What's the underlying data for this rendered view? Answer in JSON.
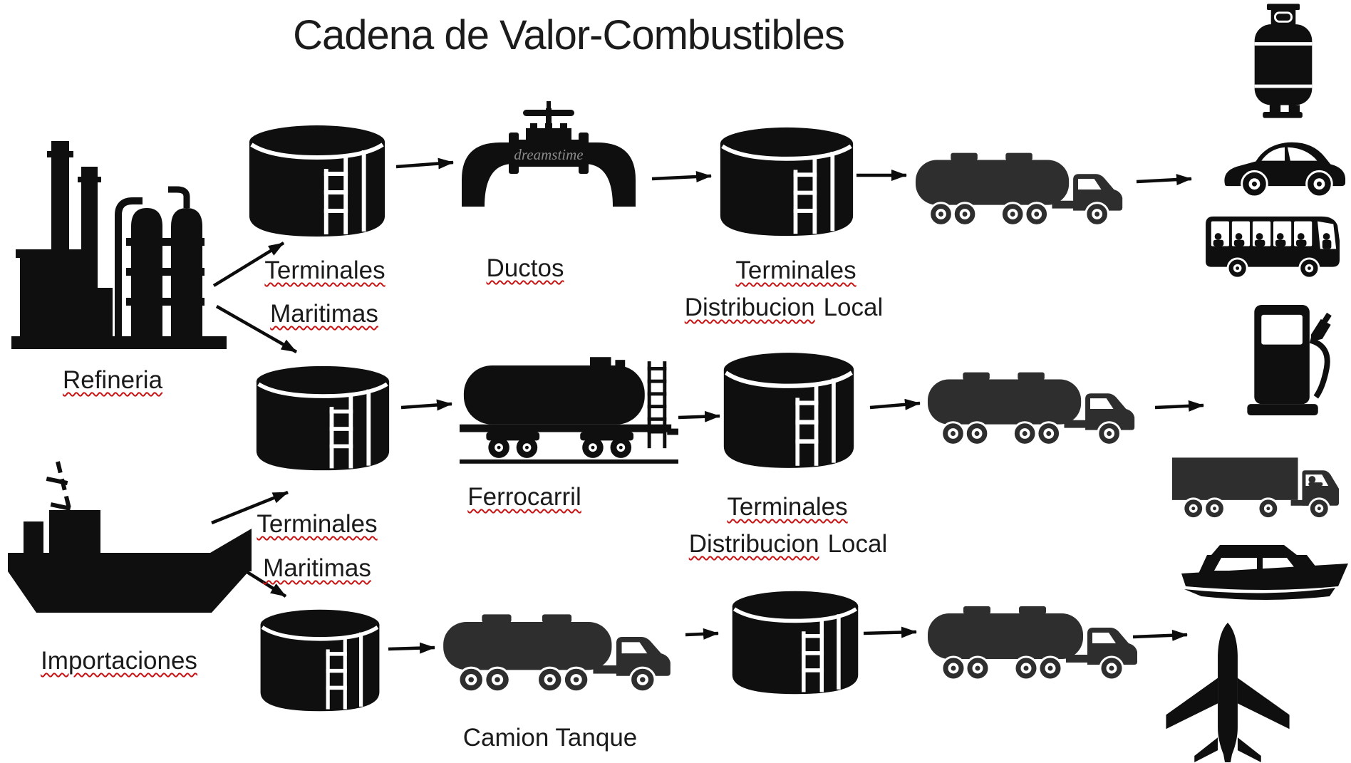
{
  "labels": {
    "title": "Cadena de Valor-Combustibles",
    "refinery": "Refineria",
    "imports": "Importaciones",
    "ductos": "Ductos",
    "ferrocarril": "Ferrocarril",
    "camion_tanque": "Camion Tanque",
    "row1_left": {
      "line1": "Terminales",
      "line2": "Maritimas"
    },
    "row1_right": {
      "line1": "Terminales",
      "line2_word1": "Distribucion",
      "line2_word2": "Local"
    },
    "row2_right": {
      "line1": "Terminales",
      "line2_word1": "Distribucion",
      "line2_word2": "Local"
    },
    "row3_left": {
      "line1": "Terminales",
      "line2": "Maritimas"
    }
  },
  "watermark": "dreamstime",
  "colors": {
    "icon": "#0f0f0f",
    "truck": "#2e2e2e",
    "text": "#1b1b1b",
    "underline": "#c81414",
    "watermark": "#8a8a8a",
    "bg": "#ffffff"
  },
  "icons": {
    "sources": [
      "refinery-icon",
      "cargo-ship-icon"
    ],
    "storage": "storage-tank-icon",
    "transport": [
      "pipeline-valve-icon",
      "railcar-tank-icon",
      "tanker-truck-icon"
    ],
    "end_uses": [
      "gas-cylinder-icon",
      "car-icon",
      "bus-icon",
      "gas-pump-icon",
      "cargo-truck-icon",
      "boat-icon",
      "airplane-icon"
    ]
  },
  "edges": [
    {
      "from": "refineria",
      "to": "terminal-maritima-1"
    },
    {
      "from": "refineria",
      "to": "terminal-maritima-2"
    },
    {
      "from": "terminal-maritima-1",
      "to": "ductos"
    },
    {
      "from": "ductos",
      "to": "terminal-distribucion-local-1"
    },
    {
      "from": "terminal-distribucion-local-1",
      "to": "tanker-truck-1"
    },
    {
      "from": "tanker-truck-1",
      "to": "usos-finales-gas-auto-bus"
    },
    {
      "from": "importaciones",
      "to": "terminal-maritima-2"
    },
    {
      "from": "importaciones",
      "to": "terminal-maritima-3"
    },
    {
      "from": "terminal-maritima-2",
      "to": "ferrocarril"
    },
    {
      "from": "ferrocarril",
      "to": "terminal-distribucion-local-2"
    },
    {
      "from": "terminal-distribucion-local-2",
      "to": "tanker-truck-2"
    },
    {
      "from": "tanker-truck-2",
      "to": "usos-finales-gasolinera-carga"
    },
    {
      "from": "terminal-maritima-3",
      "to": "camion-tanque"
    },
    {
      "from": "camion-tanque",
      "to": "terminal-distribucion-local-3"
    },
    {
      "from": "terminal-distribucion-local-3",
      "to": "tanker-truck-4"
    },
    {
      "from": "tanker-truck-4",
      "to": "usos-finales-barco-avion"
    }
  ]
}
